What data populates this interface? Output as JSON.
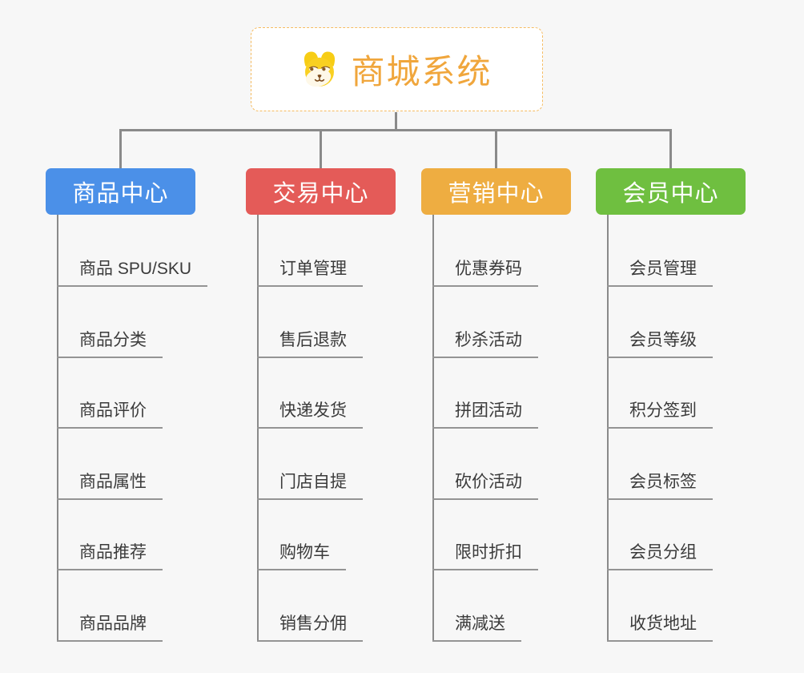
{
  "root": {
    "title": "商城系统",
    "icon": "dog-face-icon"
  },
  "branches": [
    {
      "label": "商品中心",
      "color": "#4B90E8",
      "children": [
        "商品 SPU/SKU",
        "商品分类",
        "商品评价",
        "商品属性",
        "商品推荐",
        "商品品牌"
      ]
    },
    {
      "label": "交易中心",
      "color": "#E45B58",
      "children": [
        "订单管理",
        "售后退款",
        "快递发货",
        "门店自提",
        "购物车",
        "销售分佣"
      ]
    },
    {
      "label": "营销中心",
      "color": "#EEAD41",
      "children": [
        "优惠券码",
        "秒杀活动",
        "拼团活动",
        "砍价活动",
        "限时折扣",
        "满减送"
      ]
    },
    {
      "label": "会员中心",
      "color": "#6FBF40",
      "children": [
        "会员管理",
        "会员等级",
        "积分签到",
        "会员标签",
        "会员分组",
        "收货地址"
      ]
    }
  ],
  "colors": {
    "background": "#F7F7F7",
    "connector": "#8A8A8A",
    "leaf_underline": "#949494",
    "leaf_text": "#3B3B3B",
    "branch_text": "#FFFFFF",
    "root_text": "#F0A63C",
    "root_border": "#F5BC62"
  }
}
